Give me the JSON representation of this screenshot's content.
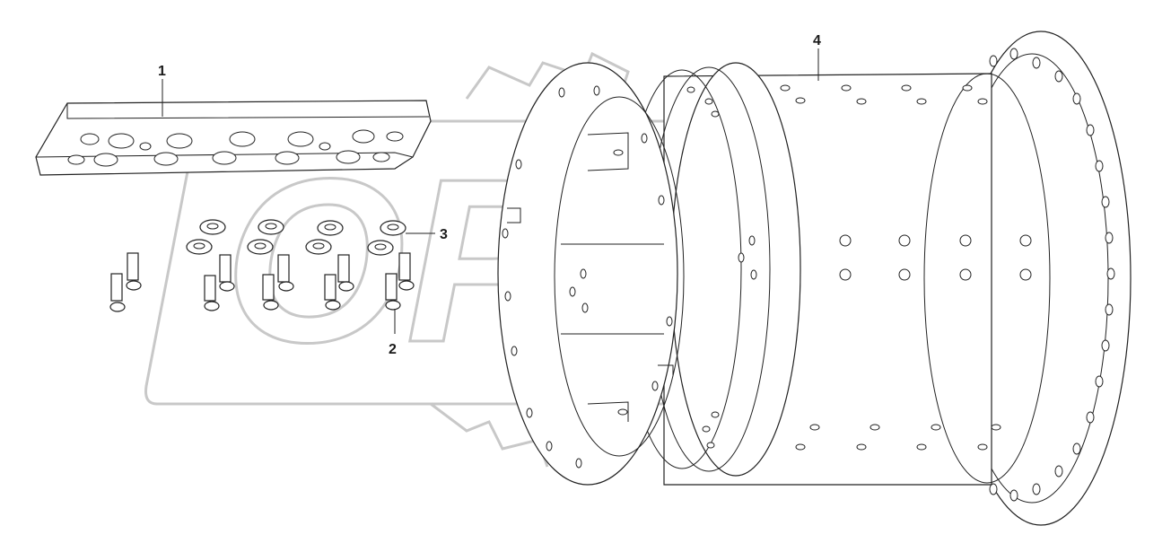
{
  "diagram": {
    "watermark_text": "OPEX",
    "callouts": [
      {
        "id": "1",
        "label": "1"
      },
      {
        "id": "2",
        "label": "2"
      },
      {
        "id": "3",
        "label": "3"
      },
      {
        "id": "4",
        "label": "4"
      }
    ]
  }
}
